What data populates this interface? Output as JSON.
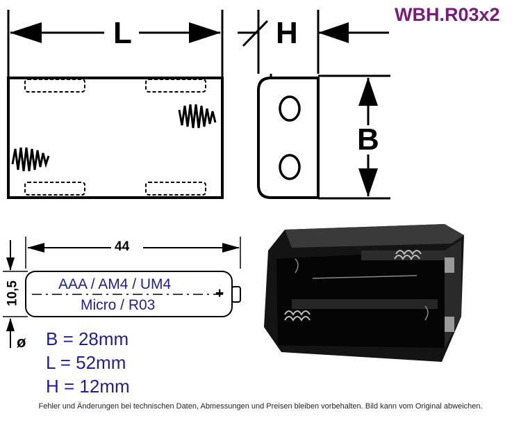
{
  "title": "WBH.R03x2",
  "dims": {
    "L": "L",
    "H": "H",
    "B": "B"
  },
  "battery": {
    "length_label": "44",
    "height_label": "10,5",
    "diameter_symbol": "ø",
    "line1": "AAA / AM4 / UM4",
    "line2": "Micro / R03",
    "plus": "+"
  },
  "specs": [
    "B = 28mm",
    "L = 52mm",
    "H = 12mm"
  ],
  "footer": "Fehler und Änderungen bei technischen Daten, Abmessungen und Preisen bleiben vorbehalten. Bild kann vom Original abweichen.",
  "colors": {
    "title": "#7a1a7a",
    "specs": "#1f1f8f",
    "lines": "#000000"
  }
}
